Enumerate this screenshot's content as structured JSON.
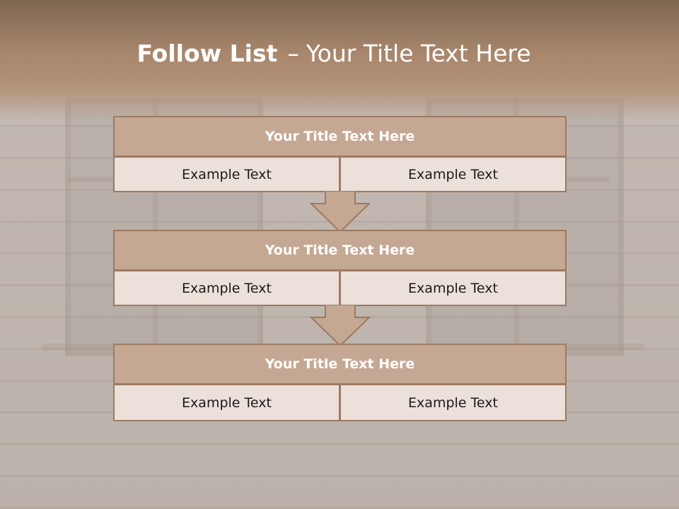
{
  "slide": {
    "title_bold": "Follow List",
    "title_separator": "–",
    "title_rest": "Your Title Text Here"
  },
  "blocks": [
    {
      "header": "Your Title Text Here",
      "left": "Example Text",
      "right": "Example Text"
    },
    {
      "header": "Your Title Text Here",
      "left": "Example Text",
      "right": "Example Text"
    },
    {
      "header": "Your Title Text Here",
      "left": "Example Text",
      "right": "Example Text"
    }
  ],
  "colors": {
    "header_band": "#a8876d",
    "block_header_fill": "#c5a893",
    "block_cell_fill": "#ebe0da",
    "border": "#9e7a60",
    "arrow_fill": "#c5a893"
  },
  "icons": {
    "connector": "down-arrow-icon"
  }
}
